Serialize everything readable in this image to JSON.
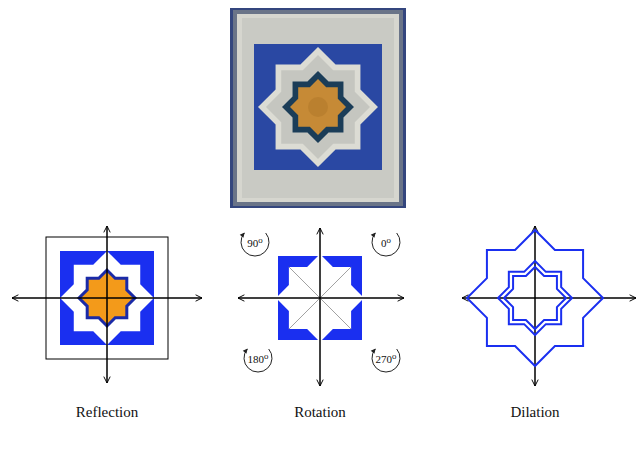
{
  "diagram": {
    "labels": [
      "90⁰",
      "0⁰",
      "180⁰",
      "270⁰",
      "Reflection",
      "Rotation",
      "Dilation"
    ]
  }
}
